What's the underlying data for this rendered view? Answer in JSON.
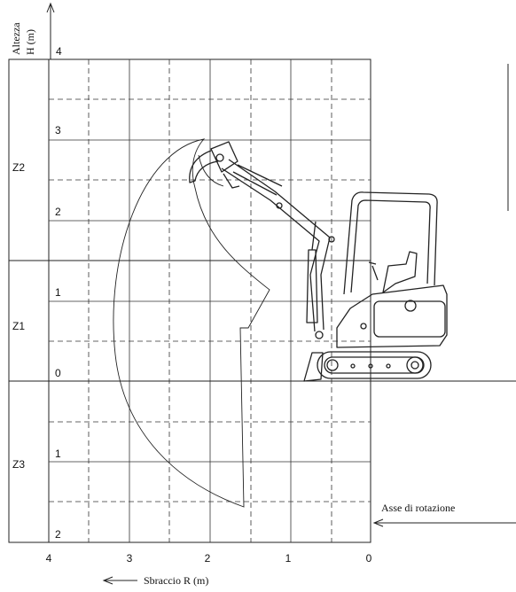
{
  "axes": {
    "y_title_line1": "Altezza",
    "y_title_line2": "H (m)",
    "x_title": "Sbraccio R (m)",
    "y_top_value": "4",
    "height_labels": [
      "3",
      "2",
      "1",
      "0",
      "1",
      "2"
    ],
    "reach_labels": [
      "4",
      "3",
      "2",
      "1",
      "0"
    ]
  },
  "zones": [
    "Z2",
    "Z1",
    "Z3"
  ],
  "rotation_axis_label": "Asse di rotazione",
  "icons": [
    "excavator-icon",
    "working-envelope-curve",
    "up-arrow-icon",
    "left-arrow-icon"
  ]
}
